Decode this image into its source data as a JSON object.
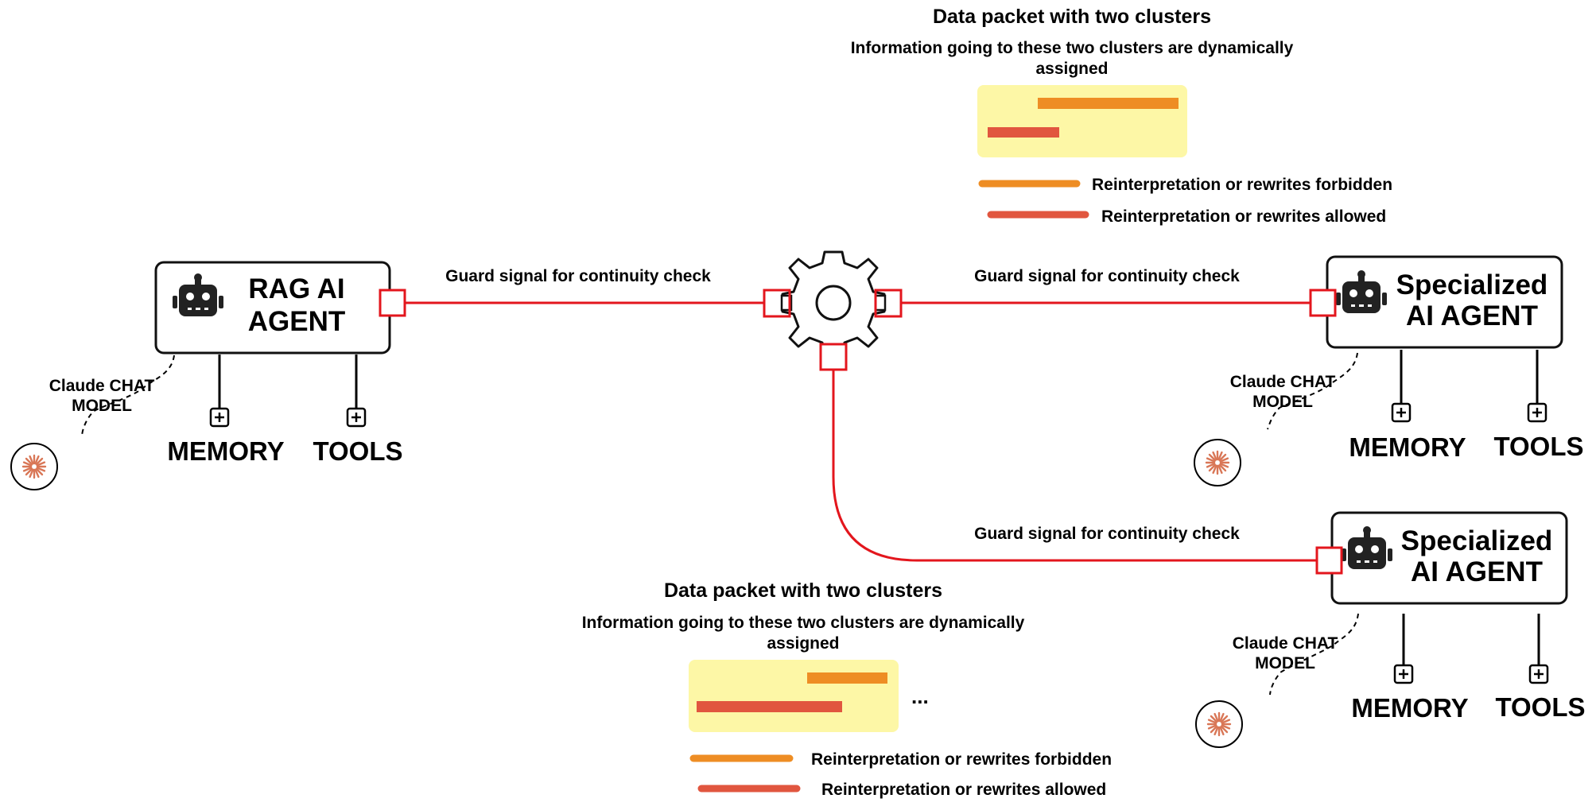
{
  "colors": {
    "wire": "#e3161d",
    "forbidden": "#ee8d24",
    "allowed": "#e1563f",
    "packet_bg": "#fdf7a6",
    "claude": "#d97757"
  },
  "icons": {
    "agent": "robot-icon",
    "hub": "gear-icon",
    "attachment": "plus-box-icon",
    "model": "claude-starburst-icon"
  },
  "agents": {
    "rag": {
      "title_line1": "RAG AI",
      "title_line2": "AGENT",
      "memory": "MEMORY",
      "tools": "TOOLS",
      "model_line1": "Claude CHAT",
      "model_line2": "MODEL"
    },
    "specialized_1": {
      "title_line1": "Specialized",
      "title_line2": "AI AGENT",
      "memory": "MEMORY",
      "tools": "TOOLS",
      "model_line1": "Claude CHAT",
      "model_line2": "MODEL"
    },
    "specialized_2": {
      "title_line1": "Specialized",
      "title_line2": "AI AGENT",
      "memory": "MEMORY",
      "tools": "TOOLS",
      "model_line1": "Claude CHAT",
      "model_line2": "MODEL"
    }
  },
  "connections": {
    "rag_to_hub": "Guard signal for continuity check",
    "hub_to_specialized_1": "Guard signal for continuity check",
    "hub_to_specialized_2": "Guard signal for continuity check"
  },
  "packets": {
    "top": {
      "title": "Data packet with two clusters",
      "subtitle_line1": "Information going to these two clusters are dynamically",
      "subtitle_line2": "assigned",
      "legend_forbidden": "Reinterpretation or rewrites forbidden",
      "legend_allowed": "Reinterpretation or rewrites allowed"
    },
    "bottom": {
      "title": "Data packet with two clusters",
      "subtitle_line1": "Information going to these two clusters are dynamically",
      "subtitle_line2": "assigned",
      "ellipsis": "...",
      "legend_forbidden": "Reinterpretation or rewrites forbidden",
      "legend_allowed": "Reinterpretation or rewrites allowed"
    }
  }
}
